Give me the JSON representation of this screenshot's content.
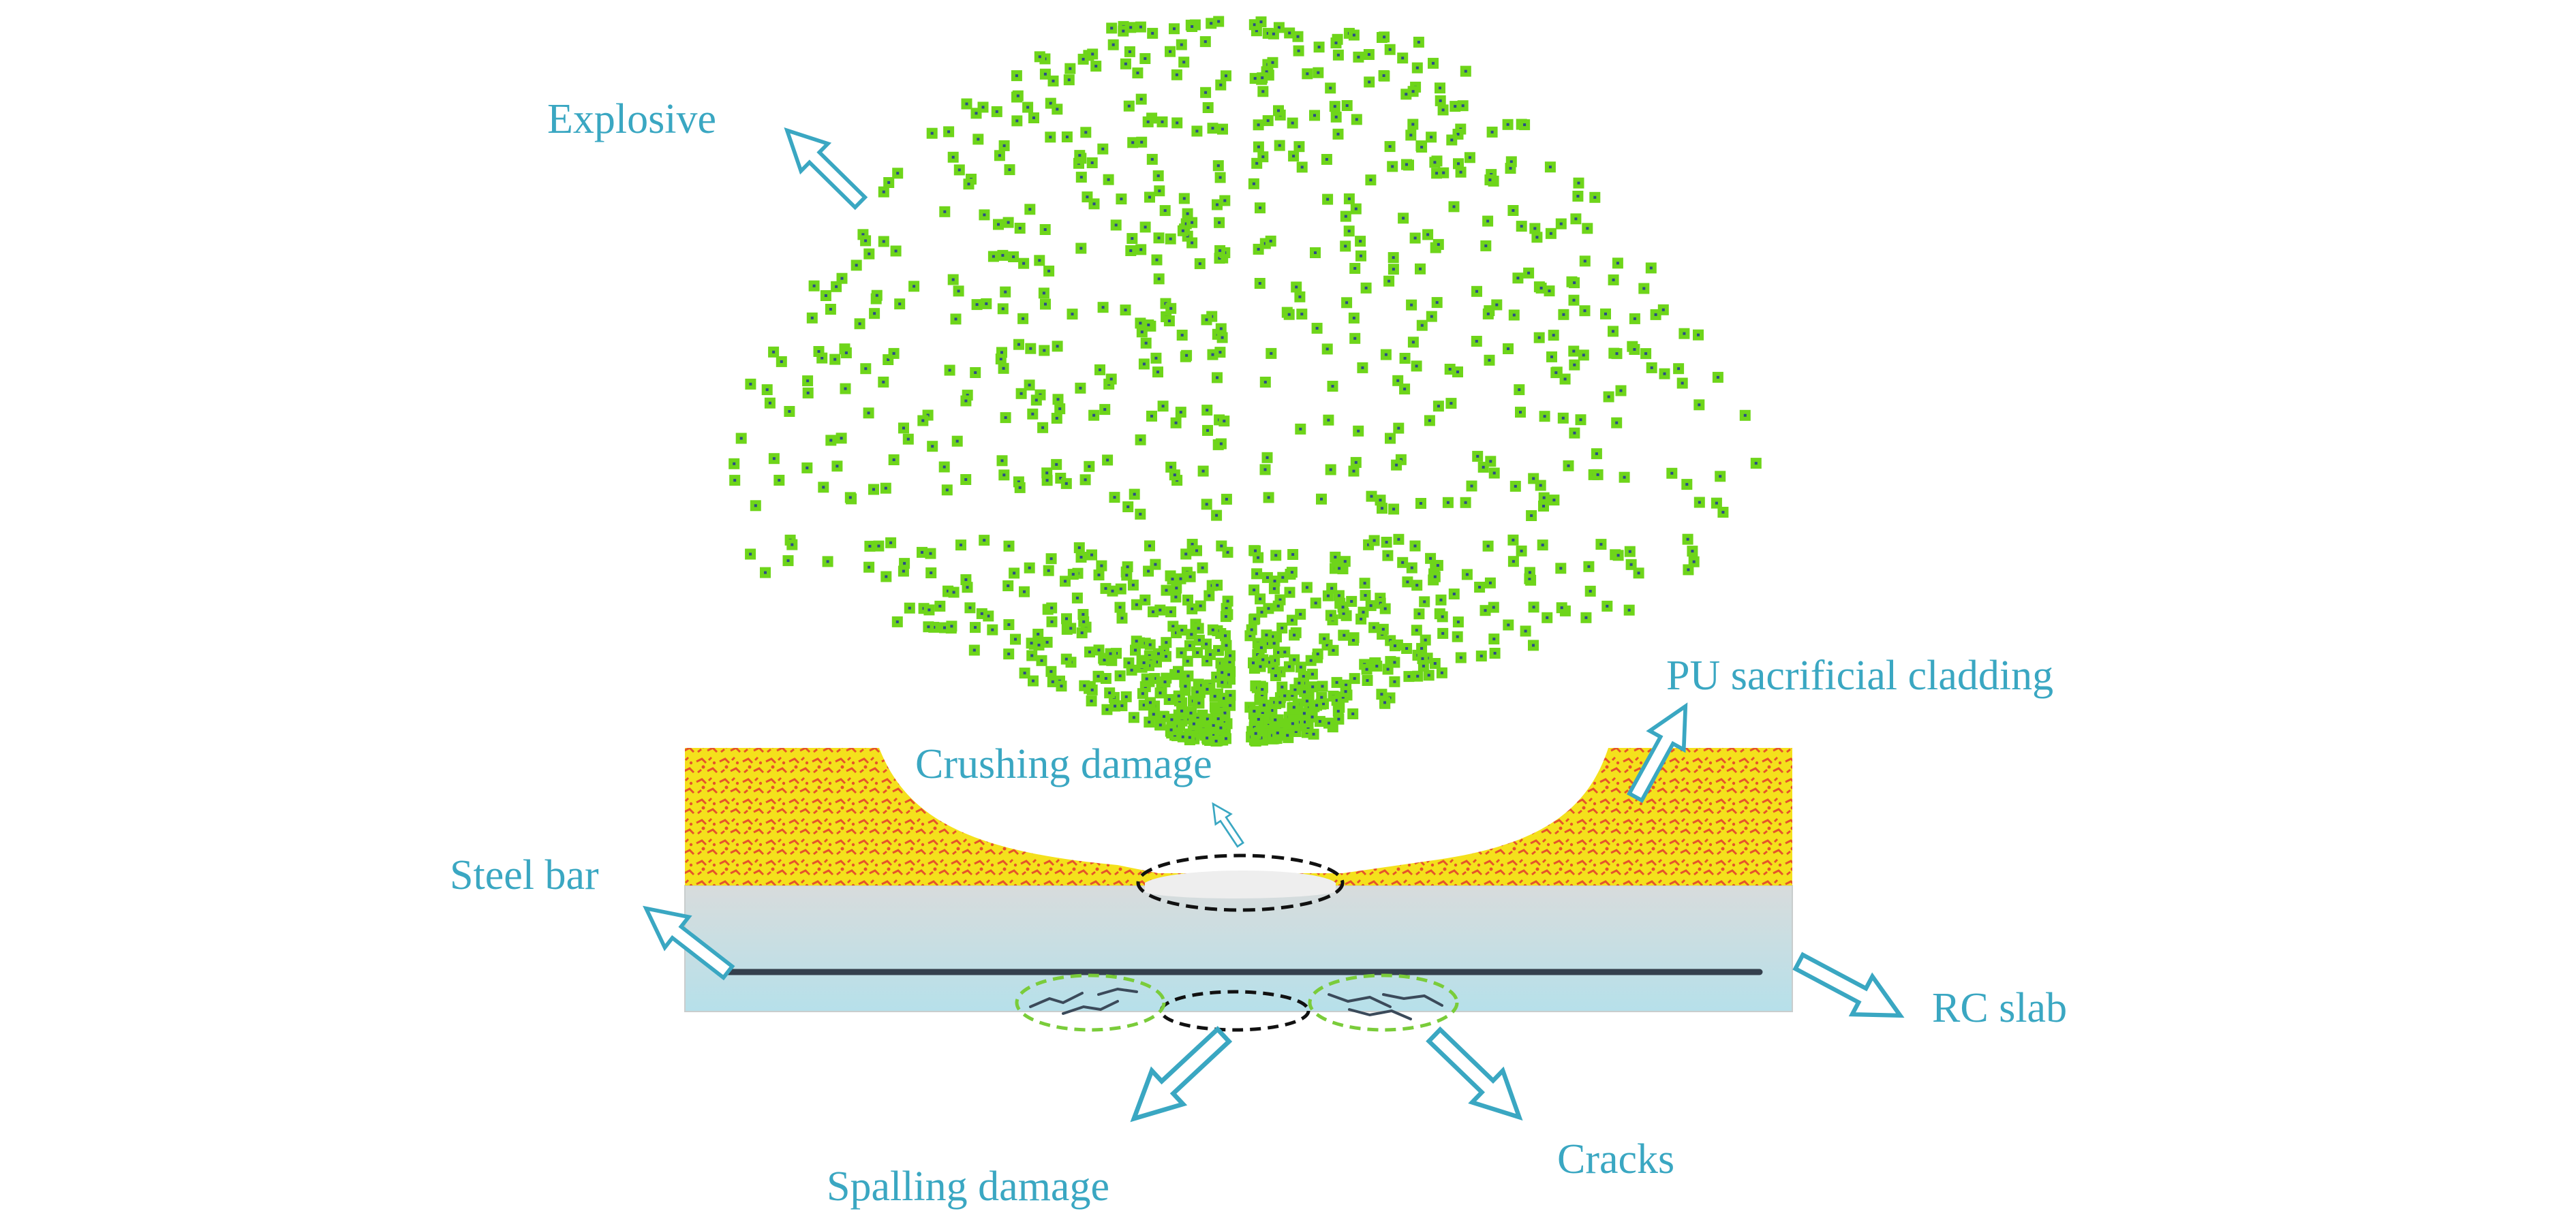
{
  "labels": {
    "explosive": "Explosive",
    "pu_cladding": "PU sacrificial cladding",
    "crushing_damage": "Crushing damage",
    "steel_bar": "Steel bar",
    "rc_slab": "RC slab",
    "spalling_damage": "Spalling damage",
    "cracks": "Cracks"
  },
  "colors": {
    "label": "#3aa7c2",
    "arrow": "#3aa7c2",
    "particle": "#6ed51a",
    "particle_dot": "#2a4a8a",
    "cladding_fill": "#f4e11c",
    "cladding_pattern": "#e5532a",
    "slab_top": "#d7dddd",
    "slab_bottom": "#b9e0ea",
    "steel_bar": "#34404d",
    "crack_ellipse": "#7acc3a",
    "damage_ellipse": "#111111"
  },
  "icons": [
    "arrow-icon"
  ]
}
